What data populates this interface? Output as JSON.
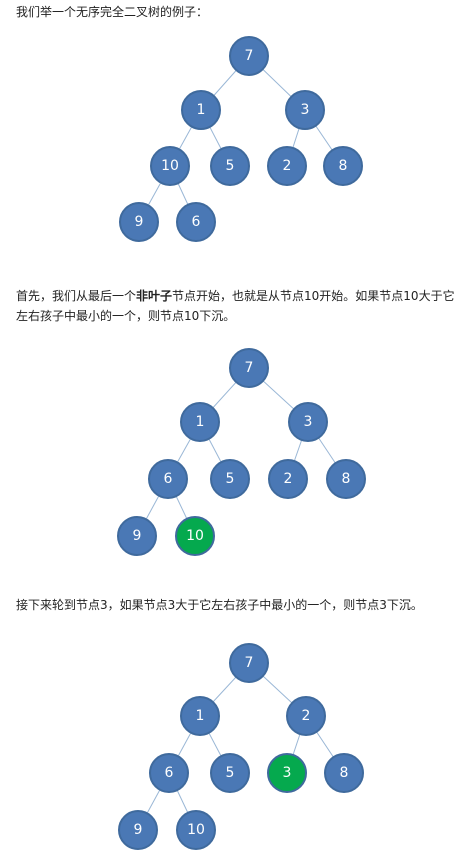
{
  "paragraphs": {
    "p1": "我们举一个无序完全二叉树的例子：",
    "p2_pre": "首先，我们从最后一个",
    "p2_bold": "非叶子",
    "p2_post": "节点开始，也就是从节点10开始。如果节点10大于它左右孩子中最小的一个，则节点10下沉。",
    "p3": "接下来轮到节点3，如果节点3大于它左右孩子中最小的一个，则节点3下沉。"
  },
  "colors": {
    "node_fill": "#4a78b5",
    "highlight_fill": "#05a94e",
    "edge": "#9ab7d6"
  },
  "trees": [
    {
      "nodes": [
        "7",
        "1",
        "3",
        "10",
        "5",
        "2",
        "8",
        "9",
        "6"
      ],
      "highlight": []
    },
    {
      "nodes": [
        "7",
        "1",
        "3",
        "6",
        "5",
        "2",
        "8",
        "9",
        "10"
      ],
      "highlight": [
        8
      ]
    },
    {
      "nodes": [
        "7",
        "1",
        "2",
        "6",
        "5",
        "3",
        "8",
        "9",
        "10"
      ],
      "highlight": [
        5
      ]
    }
  ]
}
